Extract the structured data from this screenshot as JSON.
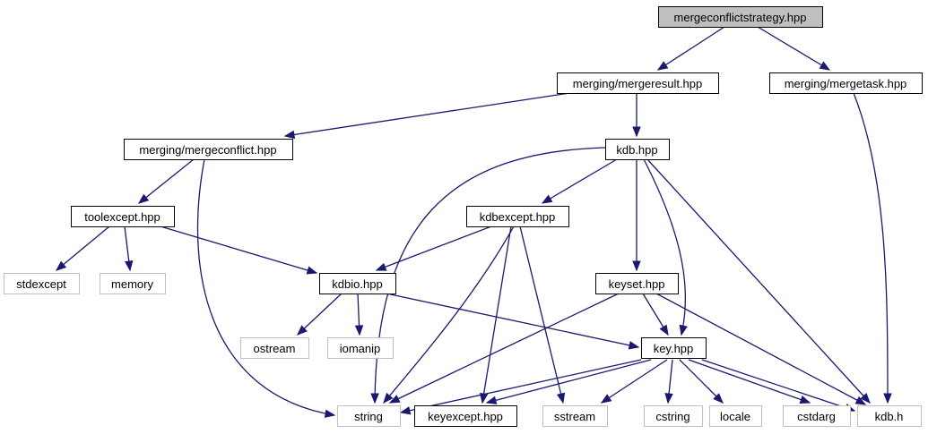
{
  "diagram": {
    "type": "include-dependency-graph",
    "colors": {
      "edge": "#191970",
      "root_fill": "#bfbfbf",
      "node_border": "#000000",
      "external_border": "#bfbfbf",
      "node_fill": "#ffffff"
    },
    "nodes": [
      {
        "id": "mergeconflictstrategy",
        "label": "mergeconflictstrategy.hpp",
        "kind": "root"
      },
      {
        "id": "mergeresult",
        "label": "merging/mergeresult.hpp",
        "kind": "documented"
      },
      {
        "id": "mergetask",
        "label": "merging/mergetask.hpp",
        "kind": "documented"
      },
      {
        "id": "mergeconflict",
        "label": "merging/mergeconflict.hpp",
        "kind": "documented"
      },
      {
        "id": "kdbhpp",
        "label": "kdb.hpp",
        "kind": "documented"
      },
      {
        "id": "toolexcept",
        "label": "toolexcept.hpp",
        "kind": "documented"
      },
      {
        "id": "kdbexcept",
        "label": "kdbexcept.hpp",
        "kind": "documented"
      },
      {
        "id": "stdexcept",
        "label": "stdexcept",
        "kind": "external"
      },
      {
        "id": "memory",
        "label": "memory",
        "kind": "external"
      },
      {
        "id": "kdbio",
        "label": "kdbio.hpp",
        "kind": "documented"
      },
      {
        "id": "keyset",
        "label": "keyset.hpp",
        "kind": "documented"
      },
      {
        "id": "ostream",
        "label": "ostream",
        "kind": "external"
      },
      {
        "id": "iomanip",
        "label": "iomanip",
        "kind": "external"
      },
      {
        "id": "key",
        "label": "key.hpp",
        "kind": "documented"
      },
      {
        "id": "string",
        "label": "string",
        "kind": "external"
      },
      {
        "id": "keyexcept",
        "label": "keyexcept.hpp",
        "kind": "documented"
      },
      {
        "id": "sstream",
        "label": "sstream",
        "kind": "external"
      },
      {
        "id": "cstring",
        "label": "cstring",
        "kind": "external"
      },
      {
        "id": "locale",
        "label": "locale",
        "kind": "external"
      },
      {
        "id": "cstdarg",
        "label": "cstdarg",
        "kind": "external"
      },
      {
        "id": "kdbh",
        "label": "kdb.h",
        "kind": "external"
      }
    ],
    "edges": [
      {
        "from": "mergeconflictstrategy",
        "to": "mergeresult"
      },
      {
        "from": "mergeconflictstrategy",
        "to": "mergetask"
      },
      {
        "from": "mergeresult",
        "to": "mergeconflict"
      },
      {
        "from": "mergeresult",
        "to": "kdbhpp"
      },
      {
        "from": "mergetask",
        "to": "kdbh"
      },
      {
        "from": "mergeconflict",
        "to": "toolexcept"
      },
      {
        "from": "mergeconflict",
        "to": "string"
      },
      {
        "from": "toolexcept",
        "to": "stdexcept"
      },
      {
        "from": "toolexcept",
        "to": "memory"
      },
      {
        "from": "toolexcept",
        "to": "kdbio"
      },
      {
        "from": "kdbhpp",
        "to": "string"
      },
      {
        "from": "kdbhpp",
        "to": "kdbexcept"
      },
      {
        "from": "kdbhpp",
        "to": "keyset"
      },
      {
        "from": "kdbhpp",
        "to": "key"
      },
      {
        "from": "kdbhpp",
        "to": "kdbh"
      },
      {
        "from": "kdbexcept",
        "to": "kdbio"
      },
      {
        "from": "kdbexcept",
        "to": "string"
      },
      {
        "from": "kdbexcept",
        "to": "keyexcept"
      },
      {
        "from": "kdbexcept",
        "to": "sstream"
      },
      {
        "from": "kdbio",
        "to": "ostream"
      },
      {
        "from": "kdbio",
        "to": "iomanip"
      },
      {
        "from": "kdbio",
        "to": "key"
      },
      {
        "from": "keyset",
        "to": "string"
      },
      {
        "from": "keyset",
        "to": "key"
      },
      {
        "from": "keyset",
        "to": "kdbh"
      },
      {
        "from": "key",
        "to": "string"
      },
      {
        "from": "key",
        "to": "keyexcept"
      },
      {
        "from": "key",
        "to": "sstream"
      },
      {
        "from": "key",
        "to": "cstring"
      },
      {
        "from": "key",
        "to": "locale"
      },
      {
        "from": "key",
        "to": "cstdarg"
      },
      {
        "from": "key",
        "to": "kdbh"
      }
    ]
  }
}
